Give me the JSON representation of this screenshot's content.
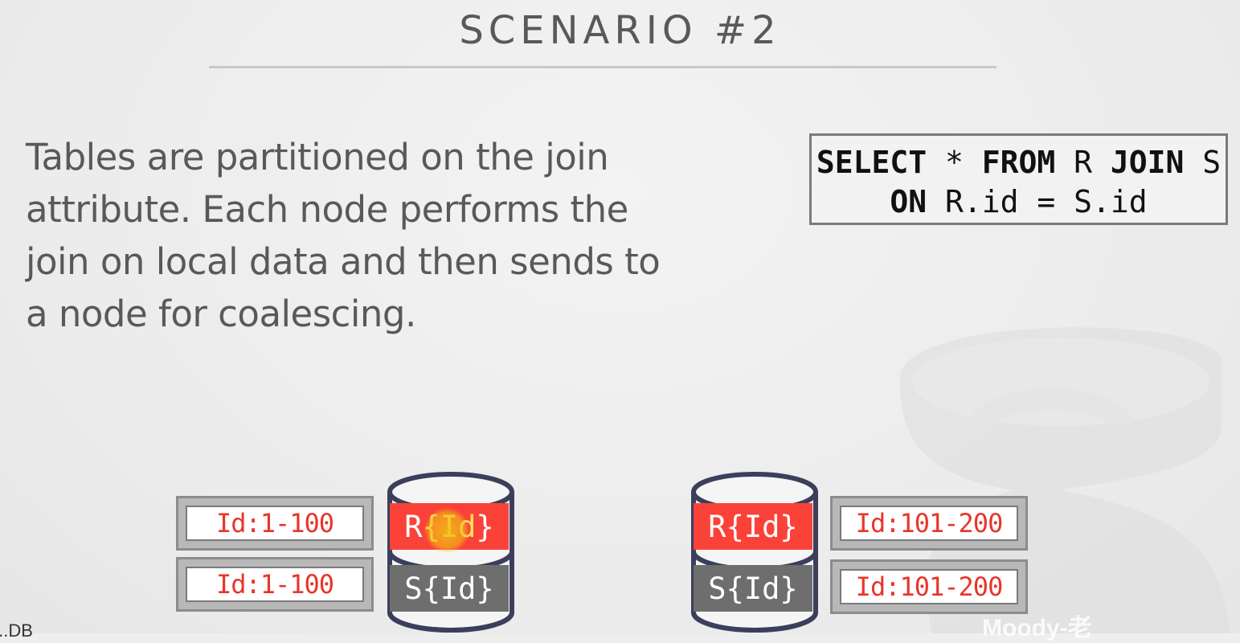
{
  "title": "SCENARIO #2",
  "description": "Tables are partitioned on the join attribute. Each node performs the join on local data and then sends to a node for coalescing.",
  "sql": {
    "line1": [
      {
        "t": "SELECT",
        "kw": true
      },
      {
        "t": " * ",
        "kw": false
      },
      {
        "t": "FROM",
        "kw": true
      },
      {
        "t": " R ",
        "kw": false
      },
      {
        "t": "JOIN",
        "kw": true
      },
      {
        "t": " S",
        "kw": false
      }
    ],
    "line2": [
      {
        "t": "ON",
        "kw": true
      },
      {
        "t": " R.id = S.id",
        "kw": false
      }
    ]
  },
  "nodes": [
    {
      "r_label_prefix": "R",
      "r_label_open": "{",
      "r_label_attr": "Id",
      "r_label_close": "}",
      "s_label": "S{Id}",
      "partitions": [
        "Id:1-100",
        "Id:1-100"
      ]
    },
    {
      "r_label": "R{Id}",
      "s_label": "S{Id}",
      "partitions": [
        "Id:101-200",
        "Id:101-200"
      ]
    }
  ],
  "colors": {
    "r_band": "#fb4239",
    "s_band": "#6e6e6e",
    "partition_text": "#e8352a",
    "cylinder_outline": "#3b3f5c"
  },
  "footer": {
    "left": "...DB",
    "right": "Moody-老"
  }
}
